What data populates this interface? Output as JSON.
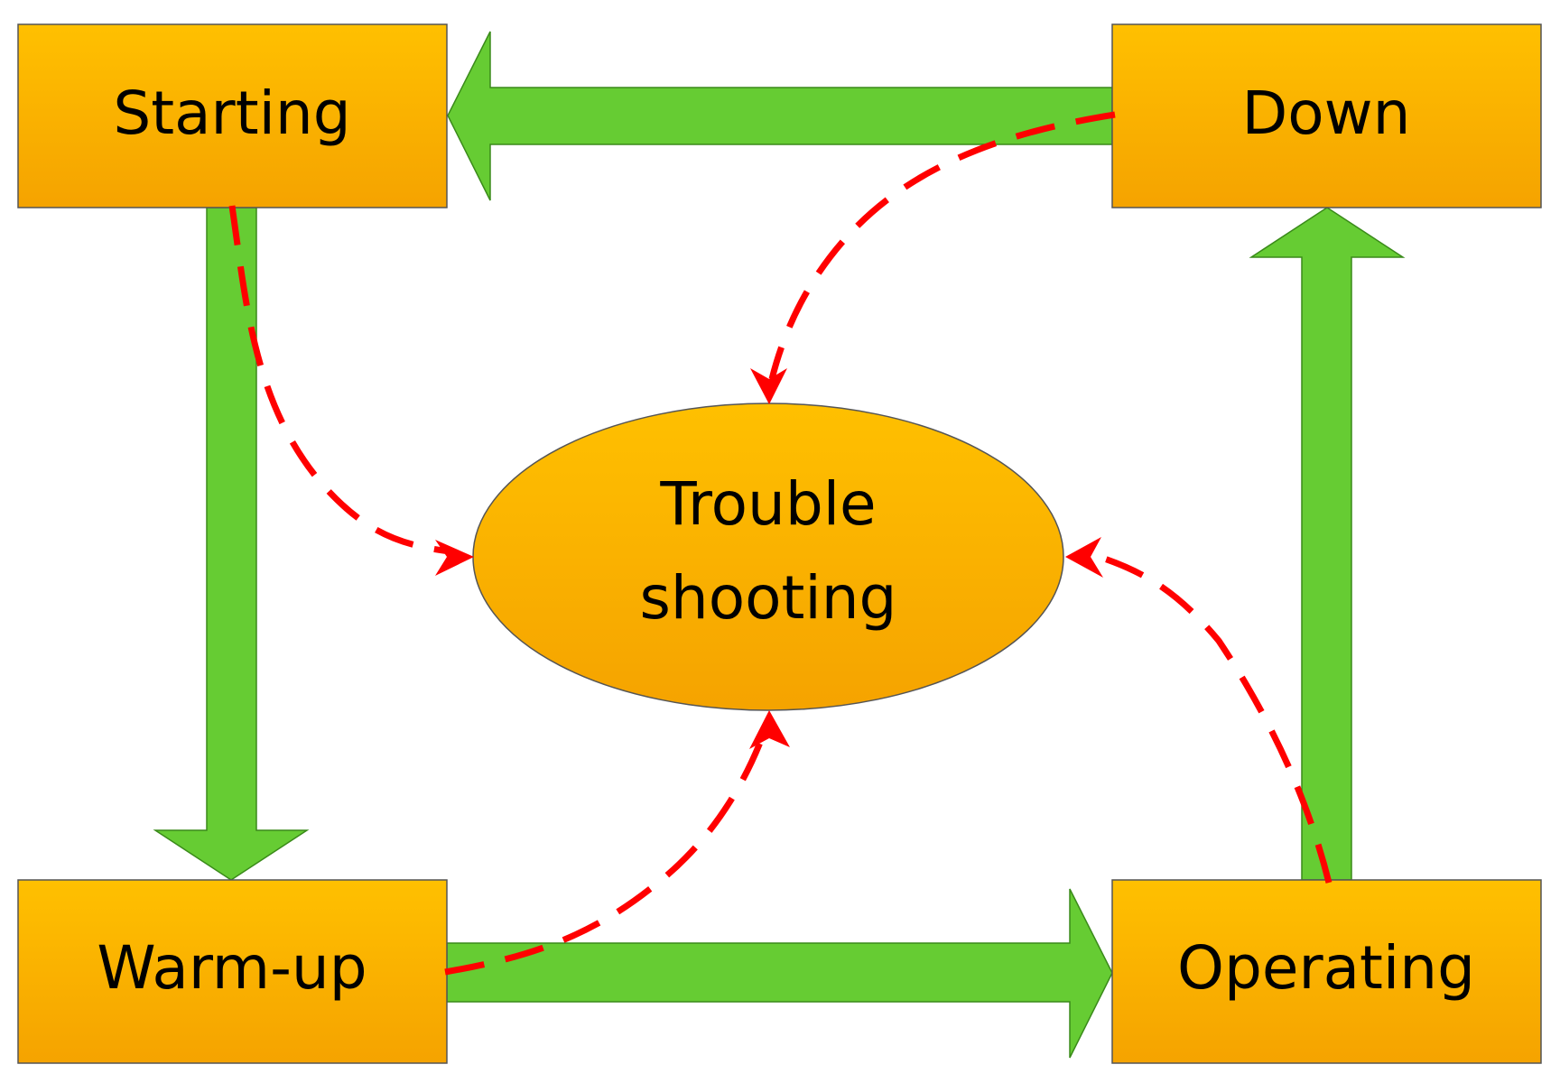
{
  "nodes": {
    "starting": {
      "label": "Starting"
    },
    "down": {
      "label": "Down"
    },
    "warmup": {
      "label": "Warm-up"
    },
    "operating": {
      "label": "Operating"
    },
    "troubleshooting": {
      "line1": "Trouble",
      "line2": "shooting"
    }
  },
  "colors": {
    "box_top": "#FFC000",
    "box_bottom": "#F8A500",
    "box_border": "#555555",
    "flow_arrow": "#66CC33",
    "flow_arrow_border": "#3A8A1A",
    "trouble_arrow": "#FF0000"
  },
  "edges": {
    "main_cycle": [
      {
        "from": "starting",
        "to": "warmup"
      },
      {
        "from": "warmup",
        "to": "operating"
      },
      {
        "from": "operating",
        "to": "down"
      },
      {
        "from": "down",
        "to": "starting"
      }
    ],
    "trouble_paths": [
      {
        "from": "starting",
        "to": "troubleshooting"
      },
      {
        "from": "down",
        "to": "troubleshooting"
      },
      {
        "from": "warmup",
        "to": "troubleshooting"
      },
      {
        "from": "operating",
        "to": "troubleshooting"
      }
    ]
  }
}
